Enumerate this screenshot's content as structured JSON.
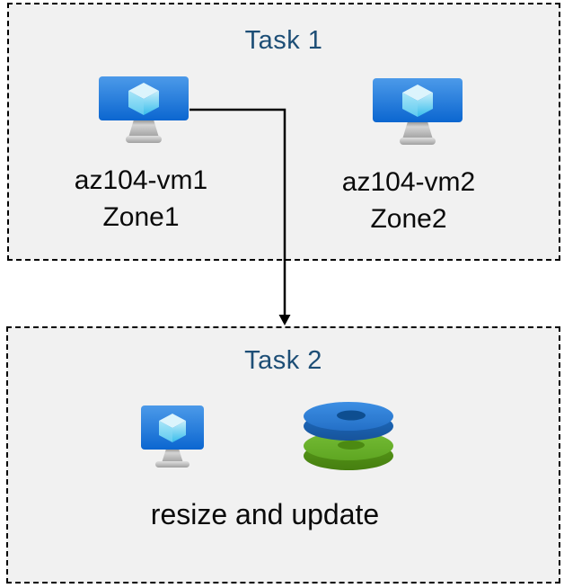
{
  "colors": {
    "page_background": "#ffffff",
    "box_fill": "#f1f1f1",
    "box_border": "#000000",
    "title_text": "#1d4e76",
    "label_text": "#0a0a0a",
    "arrow": "#000000",
    "vm_screen_top": "#4c9ae9",
    "vm_screen_bottom": "#0b66d0",
    "disk_blue": "#2f7fd6",
    "disk_green": "#65ab2a"
  },
  "task1": {
    "title": "Task 1",
    "vms": [
      {
        "name": "az104-vm1",
        "zone": "Zone1"
      },
      {
        "name": "az104-vm2",
        "zone": "Zone2"
      }
    ]
  },
  "task2": {
    "title": "Task 2",
    "caption": "resize and update"
  },
  "icons": {
    "vm": "virtual-machine-icon",
    "disks": "disks-icon",
    "arrow": "arrow-down-connector"
  },
  "arrow": {
    "from": "az104-vm1",
    "to": "Task 2"
  }
}
